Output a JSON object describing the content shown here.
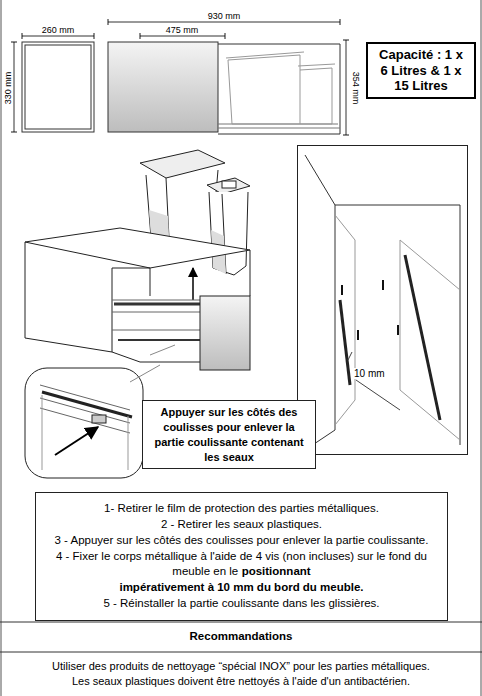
{
  "diagram": {
    "nodes": [
      {
        "text": [
          "Capacité : 1 x 6 Litres & 1 x 15 Litres"
        ]
      },
      {
        "text": [
          "10 mm"
        ]
      },
      {
        "text": [
          "Appuyer sur les côtés des coulisses pour enlever la partie coulissante contenant les seaux"
        ]
      },
      {
        "text": [
          "1- Retirer le film de protection des parties métalliques.",
          "2 - Retirer les seaux plastiques.",
          "3 - Appuyer sur les côtés des coulisses pour enlever la partie coulissante.",
          "4 - Fixer le corps métallique à l'aide de 4 vis (non incluses) sur le fond du meuble en le",
          "positionnant",
          "impérativement à 10 mm du bord du meuble.",
          "5 - Réinstaller la partie coulissante dans les glissières."
        ]
      }
    ],
    "labels": [
      "260 mm",
      "475 mm",
      "930 mm",
      "330 mm",
      "354 mm",
      "Recommandations",
      "Utiliser des  produits de nettoyage “spécial INOX” pour les parties métalliques.",
      "Les seaux plastiques doivent être nettoyés à l'aide d'un antibactérien."
    ]
  }
}
